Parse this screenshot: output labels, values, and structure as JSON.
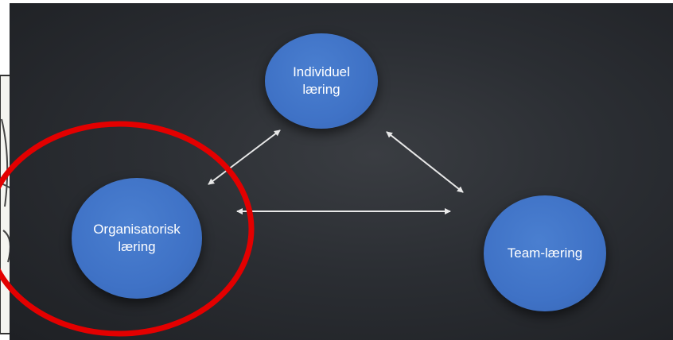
{
  "diagram": {
    "nodes": {
      "individual": {
        "line1": "Individuel",
        "line2": "læring"
      },
      "organizational": {
        "line1": "Organisatorisk",
        "line2": "læring"
      },
      "team": {
        "line1": "Team-læring"
      }
    },
    "colors": {
      "node_fill": "#3f72c6",
      "background": "#2b2e33",
      "arrow": "#e8e8e8",
      "highlight_ring": "#e30000"
    },
    "edges": [
      {
        "from": "organizational",
        "to": "individual",
        "bidirectional": true
      },
      {
        "from": "individual",
        "to": "team",
        "bidirectional": true
      },
      {
        "from": "organizational",
        "to": "team",
        "bidirectional": true
      }
    ],
    "highlight": {
      "target": "organizational",
      "shape": "ellipse"
    }
  }
}
